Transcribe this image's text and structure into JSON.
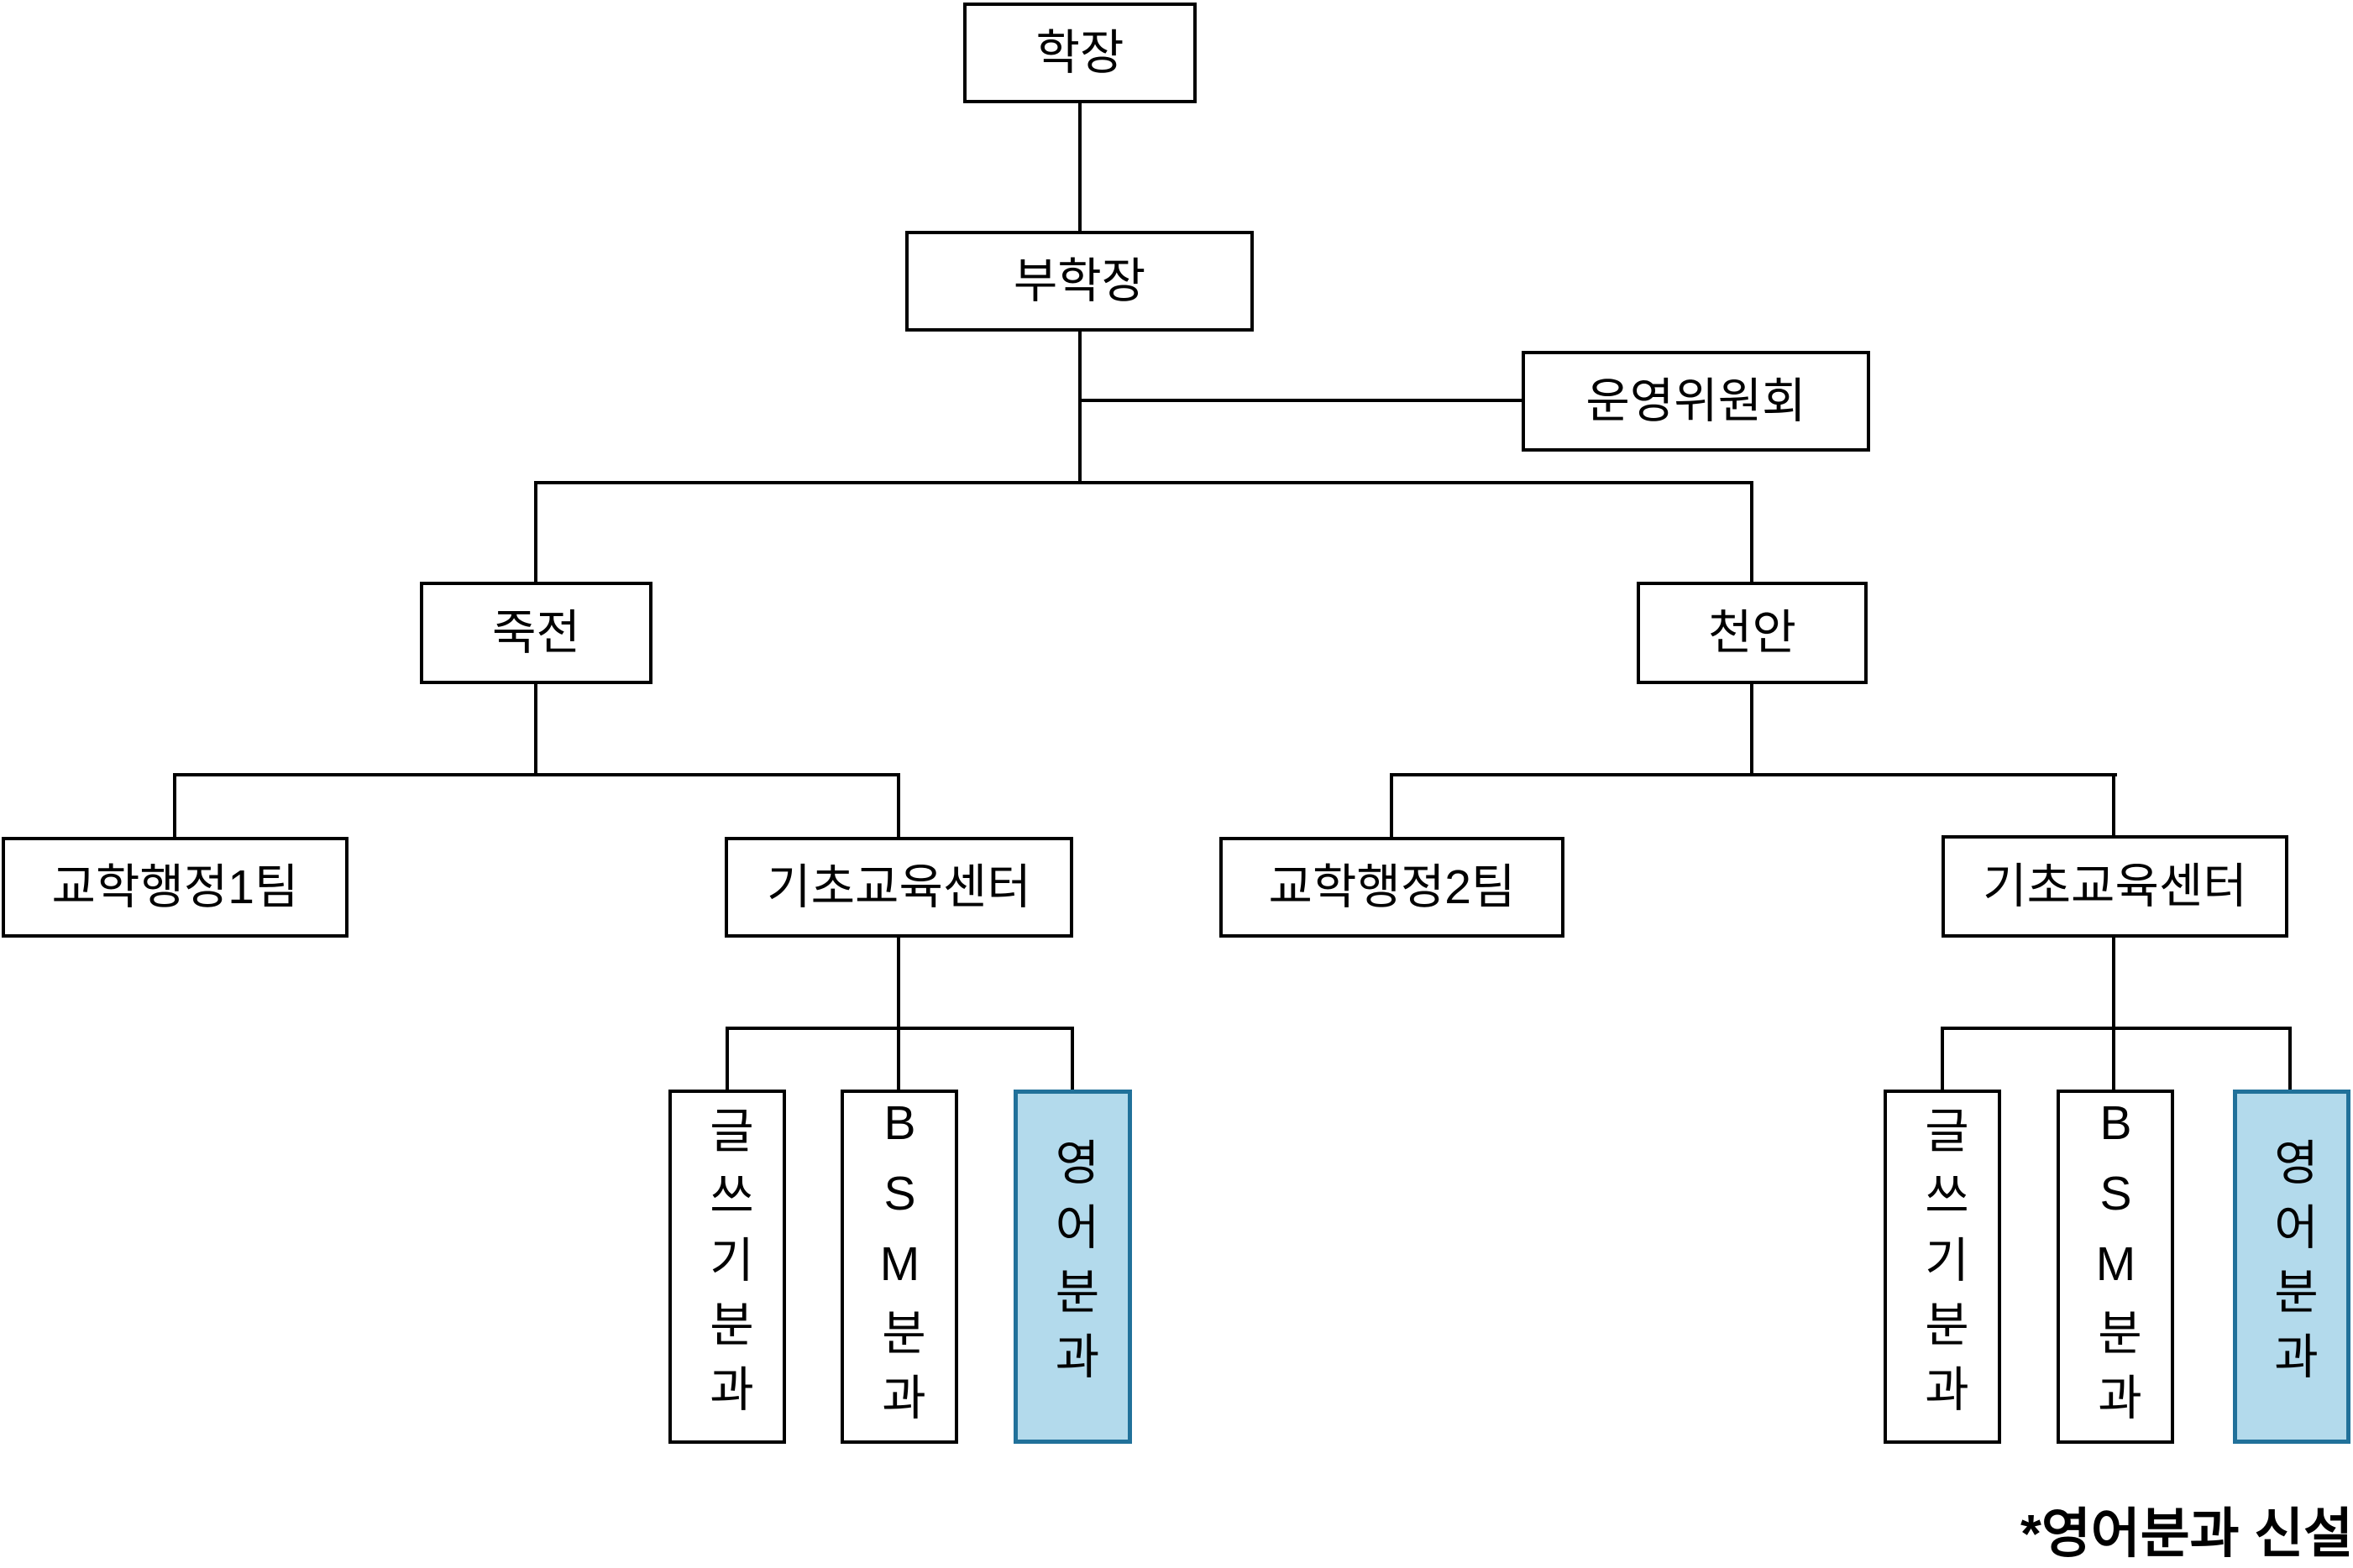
{
  "diagram": {
    "type": "organization-chart",
    "nodes": {
      "dean": {
        "label": "학장"
      },
      "vice_dean": {
        "label": "부학장"
      },
      "steering_committee": {
        "label": "운영위원회"
      },
      "campus_jukjeon": {
        "label": "죽전"
      },
      "campus_cheonan": {
        "label": "천안"
      },
      "admin_team_1": {
        "label": "교학행정1팀"
      },
      "basic_edu_center_jukjeon": {
        "label": "기초교육센터"
      },
      "admin_team_2": {
        "label": "교학행정2팀"
      },
      "basic_edu_center_cheonan": {
        "label": "기초교육센터"
      },
      "writing_division_jukjeon": {
        "label": "글쓰기분과",
        "highlighted": false
      },
      "bsm_division_jukjeon": {
        "label": "BSM분과",
        "highlighted": false
      },
      "english_division_jukjeon": {
        "label": "영어분과",
        "highlighted": true
      },
      "writing_division_cheonan": {
        "label": "글쓰기분과",
        "highlighted": false
      },
      "bsm_division_cheonan": {
        "label": "BSM분과",
        "highlighted": false
      },
      "english_division_cheonan": {
        "label": "영어분과",
        "highlighted": true
      }
    },
    "edges": [
      [
        "dean",
        "vice_dean"
      ],
      [
        "vice_dean",
        "steering_committee"
      ],
      [
        "vice_dean",
        "campus_jukjeon"
      ],
      [
        "vice_dean",
        "campus_cheonan"
      ],
      [
        "campus_jukjeon",
        "admin_team_1"
      ],
      [
        "campus_jukjeon",
        "basic_edu_center_jukjeon"
      ],
      [
        "basic_edu_center_jukjeon",
        "writing_division_jukjeon"
      ],
      [
        "basic_edu_center_jukjeon",
        "bsm_division_jukjeon"
      ],
      [
        "basic_edu_center_jukjeon",
        "english_division_jukjeon"
      ],
      [
        "campus_cheonan",
        "admin_team_2"
      ],
      [
        "campus_cheonan",
        "basic_edu_center_cheonan"
      ],
      [
        "basic_edu_center_cheonan",
        "writing_division_cheonan"
      ],
      [
        "basic_edu_center_cheonan",
        "bsm_division_cheonan"
      ],
      [
        "basic_edu_center_cheonan",
        "english_division_cheonan"
      ]
    ],
    "footnote": {
      "text": "*영어분과 신설"
    }
  },
  "colors": {
    "background": "#FFFFFF",
    "box_border": "#000000",
    "line": "#000000",
    "text": "#000000",
    "highlight_fill": "#B3DAEC",
    "highlight_border": "#21719A"
  }
}
